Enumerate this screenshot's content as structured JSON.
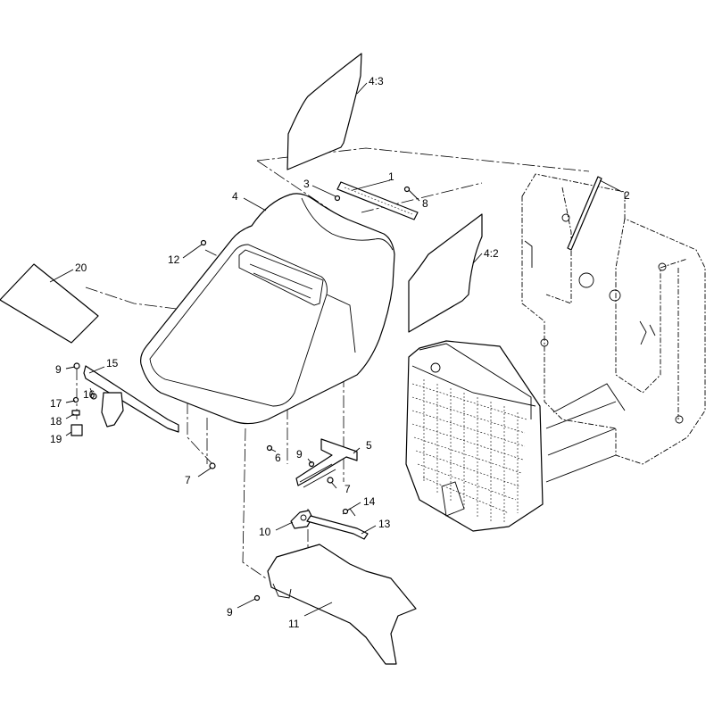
{
  "callouts": {
    "c1": "1",
    "c2": "2",
    "c3": "3",
    "c4": "4",
    "c4_2": "4:2",
    "c4_3": "4:3",
    "c5": "5",
    "c6": "6",
    "c7a": "7",
    "c7b": "7",
    "c8": "8",
    "c9a": "9",
    "c9b": "9",
    "c9c": "9",
    "c10": "10",
    "c11": "11",
    "c12": "12",
    "c13": "13",
    "c14": "14",
    "c15": "15",
    "c16": "16",
    "c17": "17",
    "c18": "18",
    "c19": "19",
    "c20": "20"
  }
}
